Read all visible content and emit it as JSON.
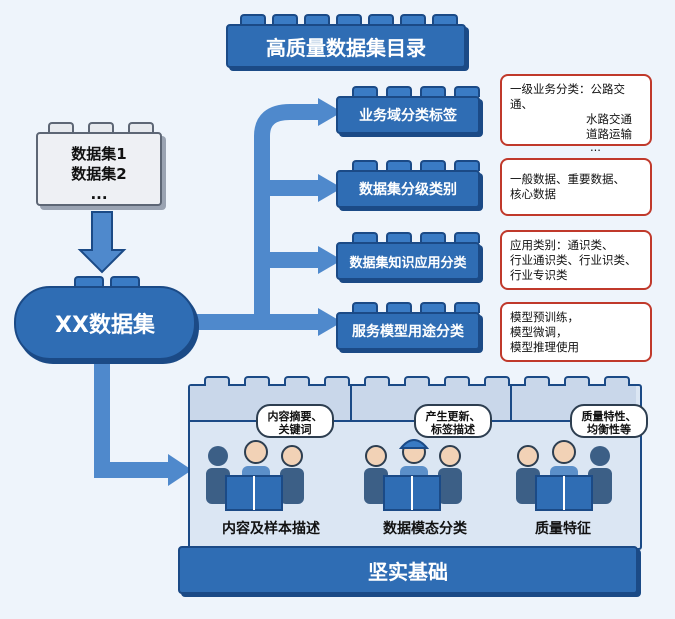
{
  "title": "高质量数据集目录",
  "dataset_list": {
    "line1": "数据集1",
    "line2": "数据集2",
    "line3": "..."
  },
  "hub": "XX数据集",
  "branches": [
    {
      "label": "业务域分类标签",
      "note": [
        "一级业务分类：公路交通、",
        "水路交通",
        "道路运输",
        "..."
      ]
    },
    {
      "label": "数据集分级类别",
      "note": [
        "一般数据、重要数据、",
        "核心数据"
      ]
    },
    {
      "label": "数据集知识应用分类",
      "note": [
        "应用类别：通识类、",
        "行业通识类、行业识类、",
        "行业专识类"
      ]
    },
    {
      "label": "服务模型用途分类",
      "note": [
        "模型预训练，",
        "模型微调，",
        "模型推理使用"
      ]
    }
  ],
  "foundation": {
    "label": "坚实基础",
    "sections": [
      {
        "caption": "内容及样本描述",
        "bubble": [
          "内容摘要、",
          "关键词"
        ]
      },
      {
        "caption": "数据模态分类",
        "bubble": [
          "产生更新、",
          "标签描述"
        ]
      },
      {
        "caption": "质量特征",
        "bubble": [
          "质量特性、",
          "均衡性等"
        ]
      }
    ]
  },
  "colors": {
    "brick": "#2f6db4",
    "brick_dark": "#1b4a86",
    "note_border": "#c0392b",
    "bg": "#eef4fb"
  }
}
